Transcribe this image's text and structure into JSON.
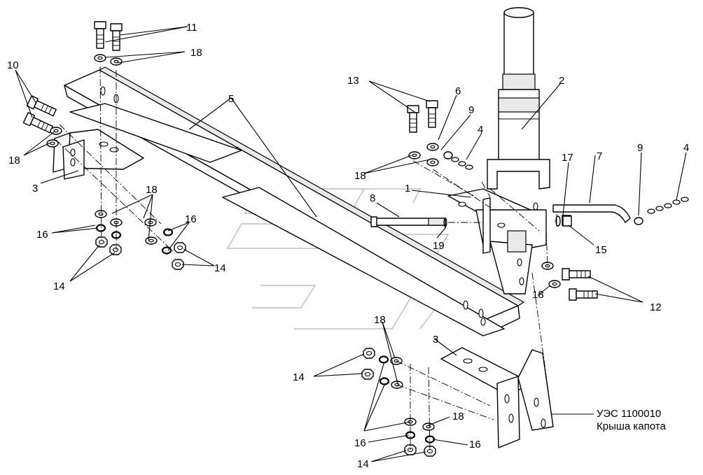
{
  "drawing": {
    "reference_code": "УЭС 1100010",
    "reference_name": "Крыша капота"
  },
  "callouts": {
    "c1": "1",
    "c2": "2",
    "c3a": "3",
    "c3b": "3",
    "c4a": "4",
    "c4b": "4",
    "c5": "5",
    "c6": "6",
    "c7": "7",
    "c8": "8",
    "c9a": "9",
    "c9b": "9",
    "c10": "10",
    "c11": "11",
    "c12": "12",
    "c13": "13",
    "c14a": "14",
    "c14b": "14",
    "c14c": "14",
    "c14d": "14",
    "c15": "15",
    "c16a": "16",
    "c16b": "16",
    "c16c": "16",
    "c16d": "16",
    "c17": "17",
    "c18a": "18",
    "c18b": "18",
    "c18c": "18",
    "c18d": "18",
    "c18e": "18",
    "c18f": "18",
    "c18g": "18",
    "c19": "19"
  },
  "icons": [
    "bolt-icon",
    "nut-icon",
    "washer-icon",
    "chain-icon"
  ]
}
